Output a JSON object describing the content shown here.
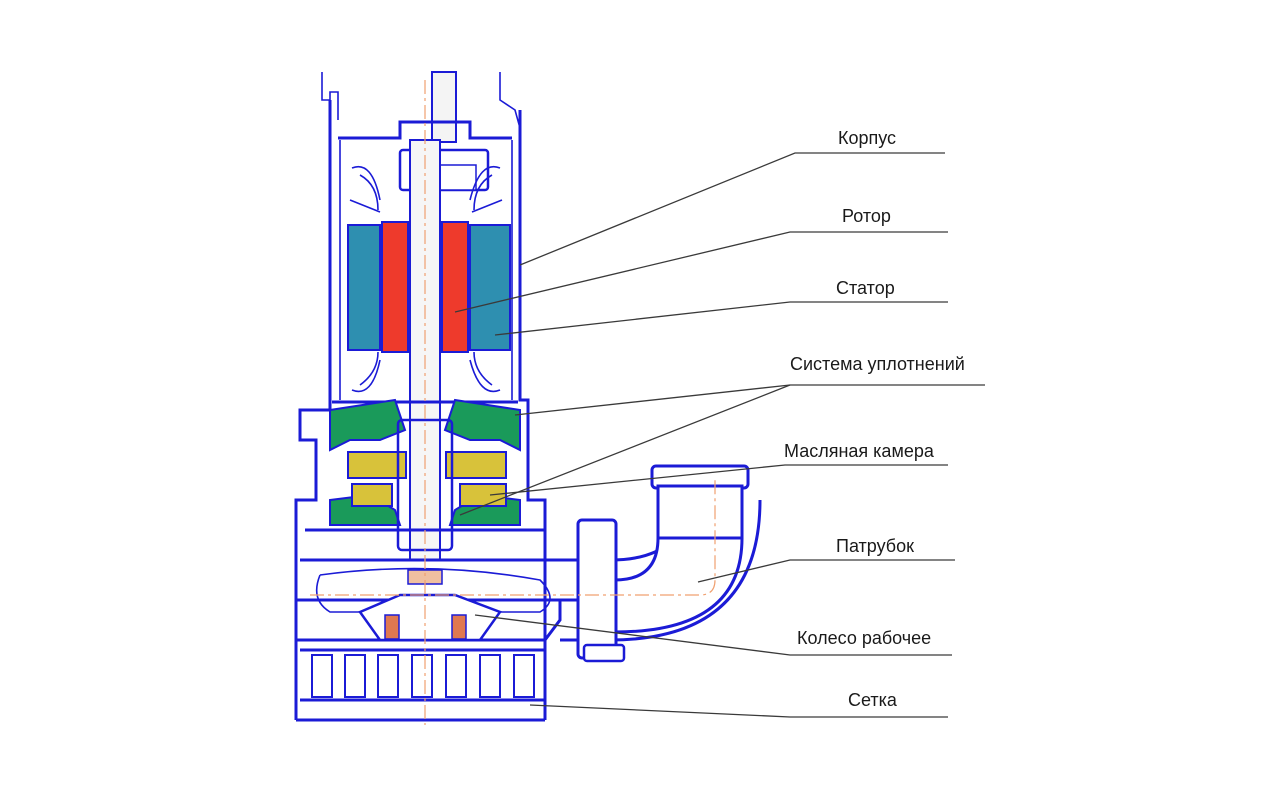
{
  "labels": {
    "housing": "Корпус",
    "rotor": "Ротор",
    "stator": "Статор",
    "seal_system": "Система уплотнений",
    "oil_chamber": "Масляная камера",
    "outlet": "Патрубок",
    "impeller": "Колесо рабочее",
    "screen": "Сетка"
  },
  "colors": {
    "outline": "#1b1bd6",
    "stator": "#2e8fb0",
    "rotor": "#ee3a2c",
    "seal": "#1a9a5a",
    "oil": "#d8c23a",
    "shaft": "#f3f3f3",
    "axis": "#f0a070",
    "leader": "#3a3a3a"
  }
}
